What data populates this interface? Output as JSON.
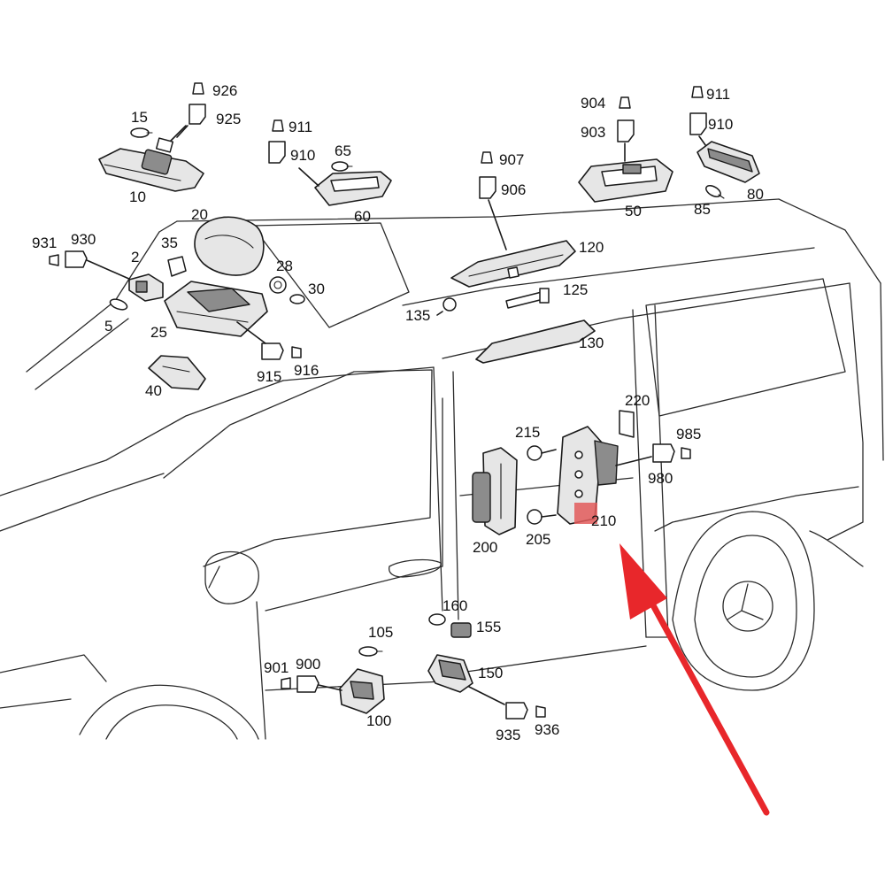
{
  "labels": {
    "l926": "926",
    "l925": "925",
    "l15": "15",
    "l10": "10",
    "l911a": "911",
    "l910a": "910",
    "l65": "65",
    "l60": "60",
    "l907": "907",
    "l906": "906",
    "l904": "904",
    "l903": "903",
    "l50": "50",
    "l911b": "911",
    "l910b": "910",
    "l80": "80",
    "l85": "85",
    "l20": "20",
    "l931": "931",
    "l930": "930",
    "l2": "2",
    "l35": "35",
    "l28": "28",
    "l30": "30",
    "l5": "5",
    "l25": "25",
    "l915": "915",
    "l916": "916",
    "l40": "40",
    "l120": "120",
    "l125": "125",
    "l135": "135",
    "l130": "130",
    "l220": "220",
    "l215": "215",
    "l985": "985",
    "l980": "980",
    "l210": "210",
    "l200": "200",
    "l205": "205",
    "l160": "160",
    "l155": "155",
    "l105": "105",
    "l150": "150",
    "l901": "901",
    "l900": "900",
    "l100": "100",
    "l935": "935",
    "l936": "936"
  },
  "highlight_color": "#e8272b",
  "highlight_box_color": "#e25a5a"
}
